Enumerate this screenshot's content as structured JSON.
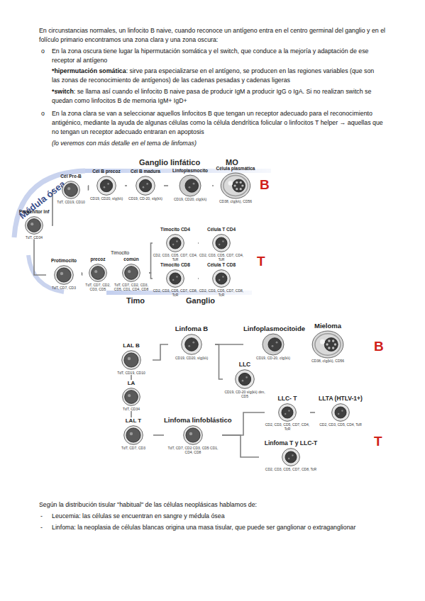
{
  "diagram": {
    "nodes": [
      {
        "text": [
          "Progenitor lnf",
          "TdT, CD34"
        ]
      },
      {
        "text": [
          "Cél Pre-B",
          "TdT, CD19, CD10"
        ]
      },
      {
        "text": [
          "Cél B precoz",
          "CD19, CD20, sIg(kλ)"
        ]
      },
      {
        "text": [
          "Cél B madura",
          "CD19, CD-20, sIg(kλ)"
        ]
      },
      {
        "text": [
          "Linfoplasmocito",
          "CD19, CD20, cIg(kλ)"
        ]
      },
      {
        "text": [
          "Célula plasmática",
          "CD38, cIg(kλ), CD56"
        ]
      },
      {
        "text": [
          "Protimocito",
          "TdT, CD7, CD3"
        ]
      },
      {
        "text": [
          "precoz",
          "TdT, CD7, CD2, CD3, CD5"
        ]
      },
      {
        "text": [
          "común",
          "TdT, CD7, CD2, CD3, CD5, CD1, CD4, CD8"
        ]
      },
      {
        "text": [
          "Timocito CD4",
          "CD2, CD3, CD5, CD7, CD4, TcR"
        ]
      },
      {
        "text": [
          "Timocito CD8",
          "CD2, CD3, CD5, CD7, CD8, TcR"
        ]
      },
      {
        "text": [
          "Célula T CD4",
          "CD2, CD3, CD5, CD7, CD4, TcR"
        ]
      },
      {
        "text": [
          "Célula T CD8",
          "CD2, CD3, CD5, CD7, CD8, TcR"
        ]
      },
      {
        "text": [
          "LAL B",
          "TdT, CD19, CD10"
        ]
      },
      {
        "text": [
          "LA",
          "TdT, CD34"
        ]
      },
      {
        "text": [
          "Linfoma B",
          "CD19, CD20, sIg(kλ)"
        ]
      },
      {
        "text": [
          "LLC",
          "CD19, CD-20 sIg(kλ) dim, CD5"
        ]
      },
      {
        "text": [
          "Linfoplasmocitoide",
          "CD19, CD-20, cIg(kλ)"
        ]
      },
      {
        "text": [
          "Mieloma",
          "CD38, cIg(kλ), CD56"
        ]
      },
      {
        "text": [
          "LAL T",
          "TdT, CD7, CD3"
        ]
      },
      {
        "text": [
          "Linfoma linfoblástico",
          "TdT, CD7, CD2 CD3, CD5 CD1, CD4, CD8"
        ]
      },
      {
        "text": [
          "LLC- T",
          "CD2, CD3, CD5, CD7, CD4, TcR"
        ]
      },
      {
        "text": [
          "LLTA (HTLV-1+)",
          "CD2, CD3, CD5, CD4, TcR"
        ]
      },
      {
        "text": [
          "Linfoma T y LLC-T",
          "CD2, CD3, CD5, CD7, CD8, TcR"
        ]
      }
    ],
    "edges": [
      {
        "from": 0,
        "to": 1,
        "arrow": "none"
      },
      {
        "from": 1,
        "to": 2,
        "arrow": "none"
      },
      {
        "from": 2,
        "to": 3,
        "arrow": "none"
      },
      {
        "from": 3,
        "to": 4,
        "arrow": "none"
      },
      {
        "from": 4,
        "to": 5,
        "arrow": "none"
      },
      {
        "from": 0,
        "to": 6,
        "arrow": "none"
      },
      {
        "from": 6,
        "to": 7,
        "arrow": "none"
      },
      {
        "from": 7,
        "to": 8,
        "arrow": "none"
      },
      {
        "from": 8,
        "to": 9,
        "arrow": "none"
      },
      {
        "from": 8,
        "to": 10,
        "arrow": "none"
      },
      {
        "from": 9,
        "to": 11,
        "arrow": "none"
      },
      {
        "from": 10,
        "to": 12,
        "arrow": "none"
      },
      {
        "from": 14,
        "to": 13,
        "arrow": "none"
      },
      {
        "from": 14,
        "to": 19,
        "arrow": "none"
      },
      {
        "from": 13,
        "to": 15,
        "arrow": "none"
      },
      {
        "from": 15,
        "to": 17,
        "arrow": "none"
      },
      {
        "from": 17,
        "to": 18,
        "arrow": "none"
      },
      {
        "from": 15,
        "to": 16,
        "arrow": "none"
      },
      {
        "from": 19,
        "to": 20,
        "arrow": "none"
      },
      {
        "from": 20,
        "to": 21,
        "arrow": "none"
      },
      {
        "from": 21,
        "to": 22,
        "arrow": "none"
      },
      {
        "from": 20,
        "to": 23,
        "arrow": "none"
      }
    ],
    "labels": [
      "En circunstancias normales, un linfocito B naive, cuando reconoce un antígeno entra en el centro germinal del ganglio y en el folículo primario encontramos una zona clara y una zona oscura:",
      "o",
      "En la zona oscura tiene lugar la hipermutación somática y el switch, que conduce a la mejoría y adaptación de ese receptor al antígeno",
      "*hipermutación somática",
      ": sirve para especializarse en el antígeno, se producen en las regiones variables (que son las zonas de reconocimiento de antígenos) de las cadenas pesadas y cadenas ligeras",
      "*switch",
      ": se llama así cuando el linfocito B naive pasa de producir IgM a producir IgG o IgA. Si no realizan switch se quedan como linfocitos B de memoria IgM+ IgD+",
      "o",
      "En la zona clara se van a seleccionar aquellos linfocitos B que tengan un receptor adecuado para el reconocimiento antigénico, mediante la ayuda de algunas células como la célula dendrítica folicular o linfocitos T helper → aquellas que no tengan un receptor adecuado entraran en apoptosis",
      "(lo veremos con más detalle en el tema de linfomas)",
      "Médula ósea",
      "Ganglio linfático",
      "MO",
      "B",
      "T",
      "Timocito",
      "Timo",
      "Ganglio",
      "B",
      "T",
      "Según la distribución tisular \"habitual\" de las células neoplásicas hablamos de:",
      "-",
      "Leucemia: las células se encuentran en sangre y médula ósea",
      "-",
      "Linfoma: la neoplasia de células blancas origina una masa tisular, que puede ser ganglionar o extraganglionar"
    ]
  }
}
